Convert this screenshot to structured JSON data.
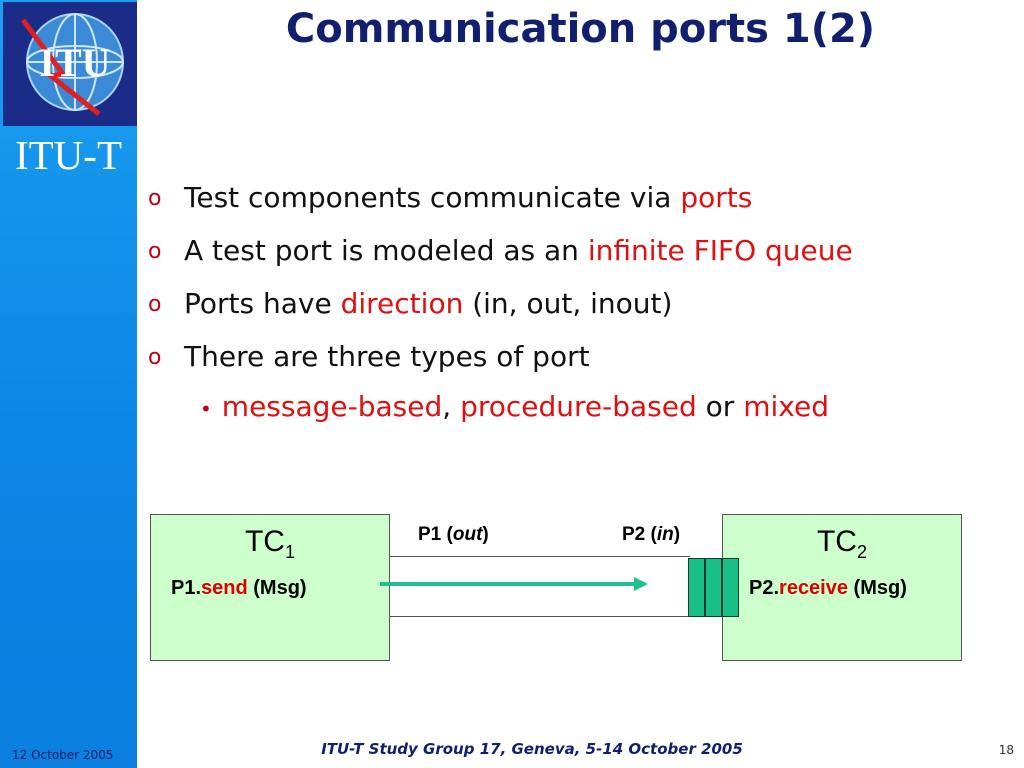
{
  "sidebar": {
    "logo_text": "ITU",
    "label": "ITU-T",
    "date": "12 October 2005"
  },
  "title": "Communication ports 1(2)",
  "bullets": [
    {
      "before": "Test components communicate via ",
      "highlight": "ports",
      "after": ""
    },
    {
      "before": "A test port is modeled as an ",
      "highlight": "infinite FIFO queue",
      "after": ""
    },
    {
      "before": "Ports have ",
      "highlight": "direction",
      "after": " (in, out, inout)"
    },
    {
      "before": "There are three types of port",
      "highlight": "",
      "after": ""
    }
  ],
  "sub_bullet": {
    "a": "message-based",
    "comma": ",",
    "b": "procedure-based",
    "or": " or ",
    "c": "mixed"
  },
  "diagram": {
    "tc1": {
      "name": "TC",
      "sub": "1",
      "op_prefix": "P1.",
      "op_verb": "send",
      "op_arg": " (Msg)"
    },
    "tc2": {
      "name": "TC",
      "sub": "2",
      "op_prefix": "P2.",
      "op_verb": "receive",
      "op_arg": " (Msg)"
    },
    "p1": {
      "prefix": "P1 (",
      "dir": "out",
      "suffix": ")"
    },
    "p2": {
      "prefix": "P2 (",
      "dir": "in",
      "suffix": ")"
    }
  },
  "footer": {
    "center": "ITU-T Study Group 17, Geneva, 5-14 October 2005",
    "page": "18"
  },
  "colors": {
    "title": "#101f6e",
    "highlight": "#e01010",
    "sidebar": "#0c86e6",
    "box_fill": "#ccffcc",
    "queue": "#18c088",
    "arrow": "#20c090"
  }
}
